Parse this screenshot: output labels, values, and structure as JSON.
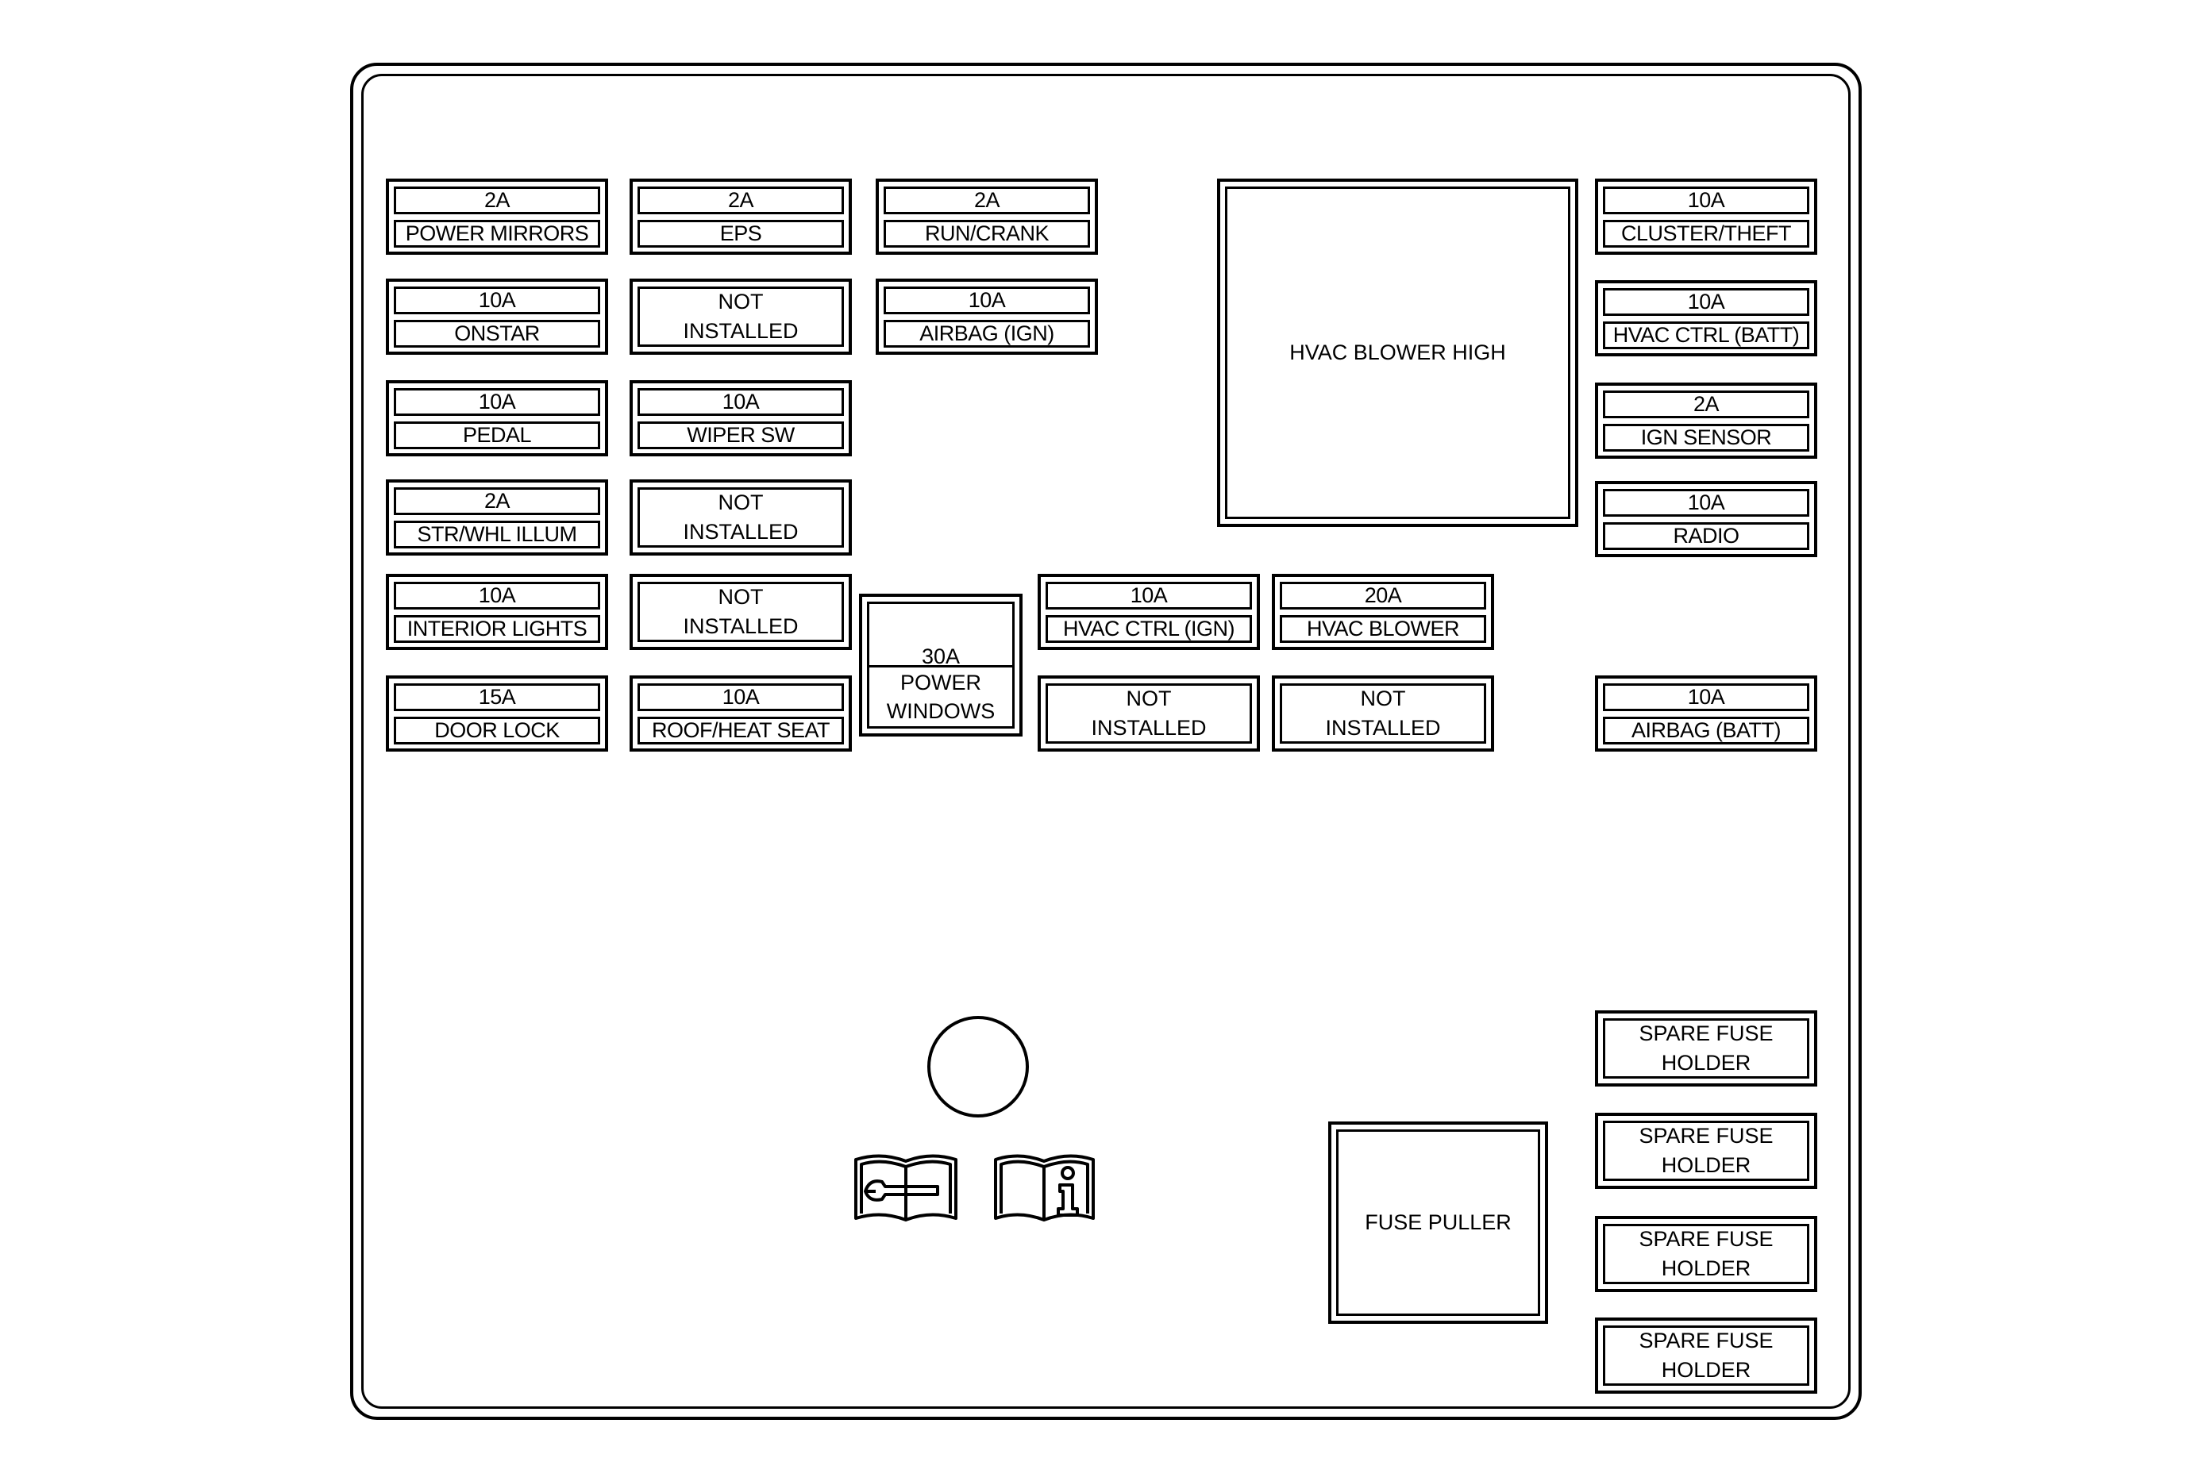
{
  "fuses": [
    {
      "amp": "2A",
      "label": "POWER MIRRORS"
    },
    {
      "amp": "2A",
      "label": "EPS"
    },
    {
      "amp": "2A",
      "label": "RUN/CRANK"
    },
    {
      "amp": "10A",
      "label": "CLUSTER/THEFT"
    },
    {
      "amp": "10A",
      "label": "ONSTAR"
    },
    {
      "amp": "10A",
      "label": "AIRBAG (IGN)"
    },
    {
      "amp": "10A",
      "label": "HVAC CTRL (BATT)"
    },
    {
      "amp": "10A",
      "label": "PEDAL"
    },
    {
      "amp": "10A",
      "label": "WIPER SW"
    },
    {
      "amp": "2A",
      "label": "IGN SENSOR"
    },
    {
      "amp": "2A",
      "label": "STR/WHL ILLUM"
    },
    {
      "amp": "10A",
      "label": "RADIO"
    },
    {
      "amp": "10A",
      "label": "INTERIOR LIGHTS"
    },
    {
      "amp": "10A",
      "label": "HVAC CTRL (IGN)"
    },
    {
      "amp": "20A",
      "label": "HVAC BLOWER"
    },
    {
      "amp": "15A",
      "label": "DOOR LOCK"
    },
    {
      "amp": "10A",
      "label": "ROOF/HEAT SEAT"
    },
    {
      "amp": "10A",
      "label": "AIRBAG (BATT)"
    }
  ],
  "not_installed": {
    "line1": "NOT",
    "line2": "INSTALLED"
  },
  "power_windows": {
    "amp": "30A",
    "line1": "POWER",
    "line2": "WINDOWS"
  },
  "hvac_blower_high": "HVAC BLOWER HIGH",
  "fuse_puller": "FUSE PULLER",
  "spare": {
    "line1": "SPARE FUSE",
    "line2": "HOLDER"
  }
}
